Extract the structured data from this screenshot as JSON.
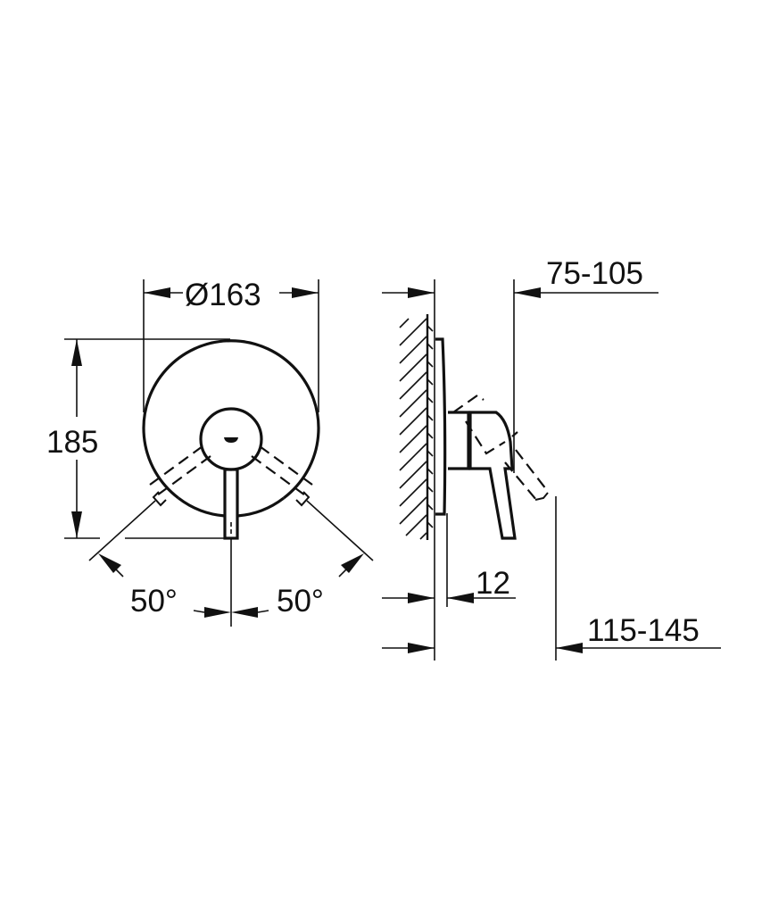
{
  "front_view": {
    "diameter_label": "Ø163",
    "height_label": "185",
    "angle_left_label": "50°",
    "angle_right_label": "50°"
  },
  "side_view": {
    "projection_label": "75-105",
    "plate_thickness_label": "12",
    "total_projection_label": "115-145"
  },
  "colors": {
    "line": "#111111",
    "background": "#ffffff"
  }
}
